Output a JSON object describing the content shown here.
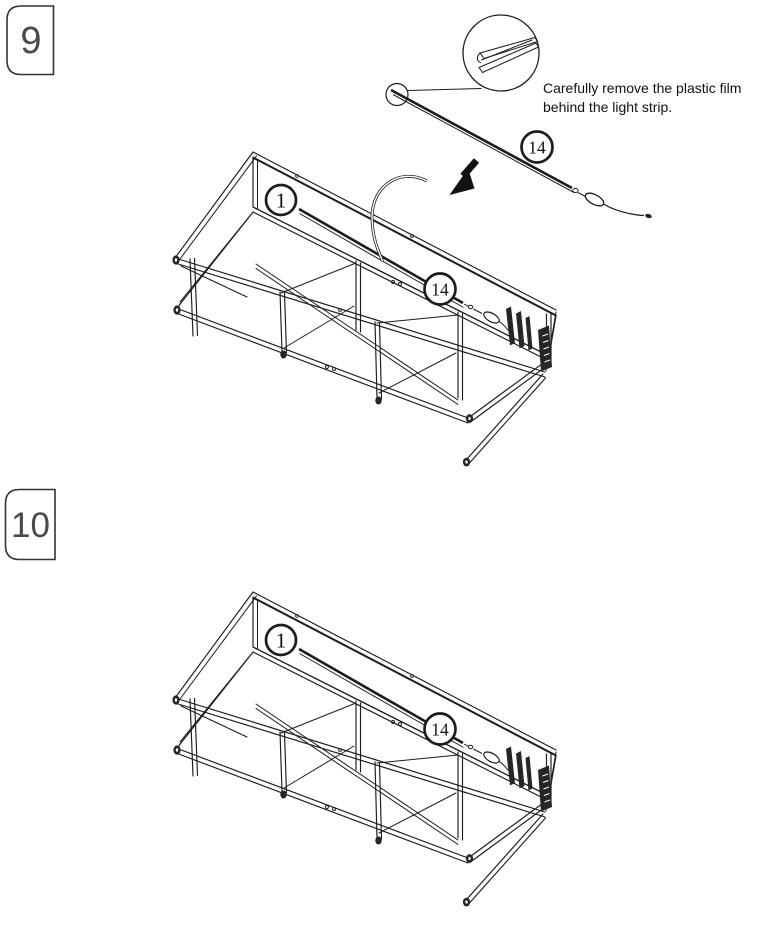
{
  "document": {
    "type": "assembly-instruction-sheet",
    "steps": [
      {
        "number": "9",
        "instruction_line1": "Carefully remove the plastic film",
        "instruction_line2": "behind the light strip."
      },
      {
        "number": "10"
      }
    ]
  },
  "part_labels": {
    "back_panel": "1",
    "light_strip": "14"
  },
  "icons": {
    "magnifier_detail_circle": "zoom-detail-circle",
    "direction_arrow": "black-down-left-arrow",
    "motion_arc": "curved-insert-arrow"
  },
  "colors": {
    "line": "#1c1c1c",
    "dark_fill": "#262626",
    "badge_text": "#4a4a4a",
    "badge_border": "#333333",
    "text": "#111111"
  }
}
